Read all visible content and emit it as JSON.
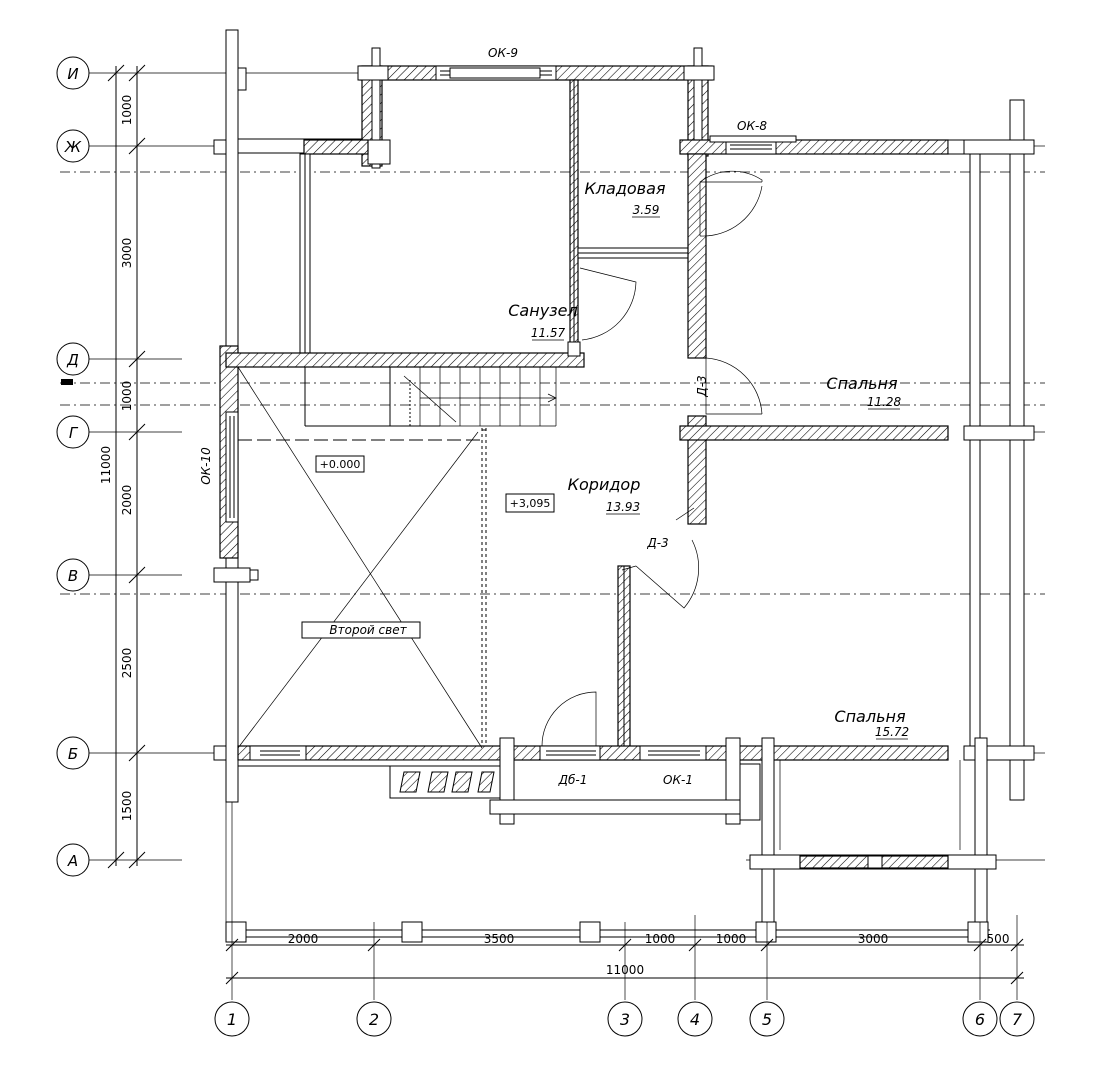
{
  "axes_letters": [
    {
      "id": "i",
      "label": "И"
    },
    {
      "id": "zh",
      "label": "Ж"
    },
    {
      "id": "d",
      "label": "Д"
    },
    {
      "id": "g",
      "label": "Г"
    },
    {
      "id": "v",
      "label": "В"
    },
    {
      "id": "b",
      "label": "Б"
    },
    {
      "id": "a",
      "label": "А"
    }
  ],
  "axes_numbers": [
    {
      "id": "1",
      "label": "1"
    },
    {
      "id": "2",
      "label": "2"
    },
    {
      "id": "3",
      "label": "3"
    },
    {
      "id": "4",
      "label": "4"
    },
    {
      "id": "5",
      "label": "5"
    },
    {
      "id": "6",
      "label": "6"
    },
    {
      "id": "7",
      "label": "7"
    }
  ],
  "dims_vertical": [
    "1000",
    "3000",
    "1000",
    "2000",
    "2500",
    "1500"
  ],
  "dim_vertical_total": "11000",
  "dims_horizontal": [
    "2000",
    "3500",
    "1000",
    "1000",
    "3000",
    "500"
  ],
  "dim_horizontal_total": "11000",
  "rooms": {
    "storage": {
      "name": "Кладовая",
      "area": "3.59"
    },
    "bathroom": {
      "name": "Санузел",
      "area": "11.57"
    },
    "bedroom1": {
      "name": "Спальня",
      "area": "11.28"
    },
    "corridor": {
      "name": "Коридор",
      "area": "13.93"
    },
    "bedroom2": {
      "name": "Спальня",
      "area": "15.72"
    },
    "second_light": {
      "name": "Второй свет"
    }
  },
  "levels": {
    "lower": "+0.000",
    "upper": "+3,095"
  },
  "openings": {
    "ok9": "ОК-9",
    "ok8": "ОК-8",
    "ok10": "ОК-10",
    "ok1": "ОК-1",
    "db1": "Дб-1",
    "d3_top": "Д-3",
    "d3_mid": "Д-3"
  }
}
